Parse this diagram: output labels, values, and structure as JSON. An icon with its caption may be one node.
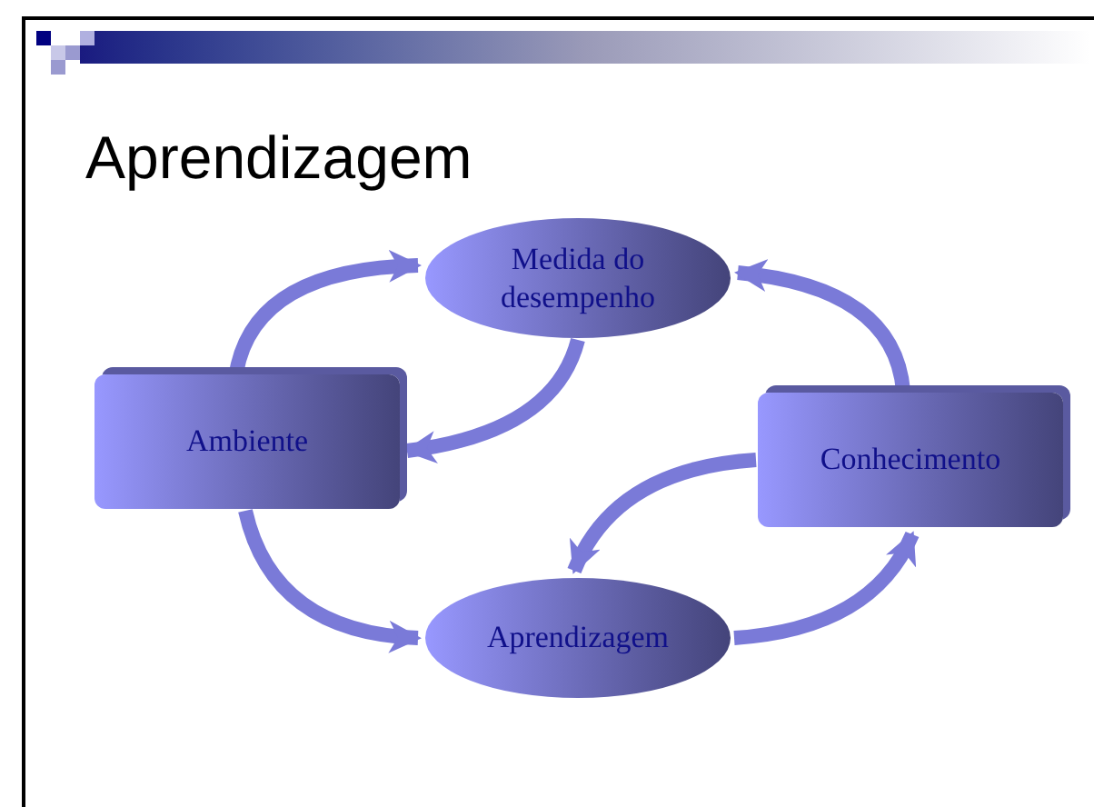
{
  "diagram": {
    "title": "Aprendizagem",
    "nodes": [
      {
        "text": [
          "Medida do desempenho"
        ]
      },
      {
        "text": [
          "Ambiente"
        ]
      },
      {
        "text": [
          "Conhecimento"
        ]
      },
      {
        "text": [
          "Aprendizagem"
        ]
      }
    ],
    "edges": [
      {
        "from": 1,
        "to": 0,
        "arrow": "to"
      },
      {
        "from": 0,
        "to": 1,
        "arrow": "to"
      },
      {
        "from": 2,
        "to": 0,
        "arrow": "to"
      },
      {
        "from": 2,
        "to": 3,
        "arrow": "to"
      },
      {
        "from": 1,
        "to": 3,
        "arrow": "to"
      },
      {
        "from": 3,
        "to": 2,
        "arrow": "to"
      }
    ]
  }
}
